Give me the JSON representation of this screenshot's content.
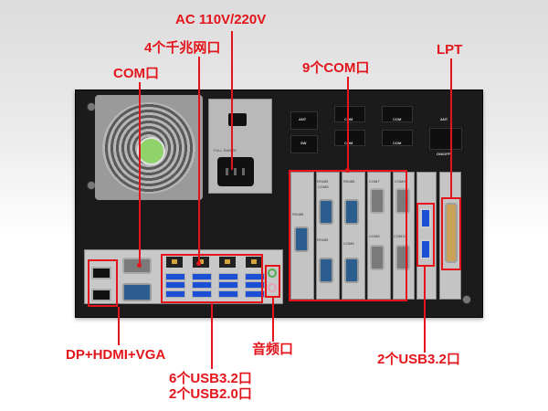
{
  "labels": {
    "ac": "AC 110V/220V",
    "lan": "4个千兆网口",
    "com_front": "COM口",
    "com_nine": "9个COM口",
    "lpt": "LPT",
    "display": "DP+HDMI+VGA",
    "audio": "音频口",
    "usb_front_line1": "6个USB3.2口",
    "usb_front_line2": "2个USB2.0口",
    "usb_rear": "2个USB3.2口"
  },
  "panel_text": {
    "full_range": "FULL RANGE",
    "ant_left": "ANT",
    "ant_right": "ANT",
    "sw": "SW",
    "on_off": "ON/OFF",
    "cover_com_a": "COM",
    "cover_com_b": "COM",
    "cover_com_c": "COM",
    "cover_com_d": "COM",
    "slot_rs485_a": "RS485",
    "slot_com5": "COM5",
    "slot_com7": "COM7",
    "slot_com9": "COM9",
    "slot_rs485_b": "RS485",
    "slot_rs485_c": "RS485",
    "slot_com6": "COM6",
    "slot_com8": "COM8",
    "slot_com10": "COM10",
    "slot_rs485_d": "RS485"
  },
  "colors": {
    "annotation": "#e4141b",
    "usb_port": "#1a4fd6",
    "chassis": "#1b1b1b",
    "fan_hub": "#8fd36a"
  }
}
